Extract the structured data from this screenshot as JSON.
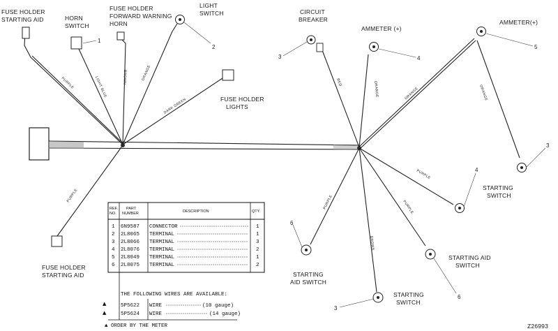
{
  "labels": {
    "fuse_holder_starting_aid_top": [
      "FUSE HOLDER",
      "STARTING AID"
    ],
    "horn_switch": [
      "HORN",
      "SWITCH"
    ],
    "fuse_holder_forward_warning_horn": [
      "FUSE HOLDER",
      "FORWARD WARNING",
      "HORN"
    ],
    "light_switch": [
      "LIGHT",
      "SWITCH"
    ],
    "fuse_holder_lights": [
      "FUSE HOLDER",
      "LIGHTS"
    ],
    "circuit_breaker": [
      "CIRCUIT",
      "BREAKER"
    ],
    "ammeter_1": "AMMETER (+)",
    "ammeter_2": "AMMETER(+)",
    "starting_switch_right": [
      "STARTING",
      "SWITCH"
    ],
    "starting_aid_switch_right": [
      "STARTING AID",
      "SWITCH"
    ],
    "starting_switch_bottom": [
      "STARTING",
      "SWITCH"
    ],
    "starting_aid_switch_bottom": [
      "STARTING",
      "AID SWITCH"
    ],
    "fuse_holder_starting_aid_bottom": [
      "FUSE HOLDER",
      "STARTING AID"
    ]
  },
  "callouts": {
    "horn_switch": "1",
    "light_switch": "2",
    "circuit_breaker": "3",
    "ammeter_1": "4",
    "ammeter_2": "5",
    "right_lower_terminal": "3",
    "starting_switch_right": "4",
    "starting_aid_switch_right": "6",
    "starting_switch_bottom": "3",
    "starting_aid_switch_bottom": "6"
  },
  "wire_labels": {
    "purple_left": "PURPLE",
    "light_blue": "LIGHT BLUE",
    "brown": "BROWN",
    "orange_left": "ORANGE",
    "dark_green": "DARK GREEN",
    "purple_lower_left": "PURPLE",
    "red": "RED",
    "orange_mid": "ORANGE",
    "orange_right": "ORANGE",
    "orange_far_right": "ORANGE",
    "purple_right": "PURPLE",
    "purple_down_left": "PURPLE",
    "purple_down_right": "PURPLE",
    "brown_down": "BROWN"
  },
  "parts_table": {
    "headers": [
      "REF. NO.",
      "PART NUMBER",
      "DESCRIPTION",
      "QTY."
    ],
    "header_lines": {
      "ref": [
        "REF.",
        "NO."
      ],
      "part": [
        "PART",
        "NUMBER"
      ],
      "desc": "DESCRIPTION",
      "qty": "QTY."
    },
    "rows": [
      {
        "ref": "1",
        "part": "6N9587",
        "desc": "CONNECTOR",
        "qty": "1"
      },
      {
        "ref": "2",
        "part": "2L8065",
        "desc": "TERMINAL",
        "qty": "1"
      },
      {
        "ref": "3",
        "part": "2L8066",
        "desc": "TERMINAL",
        "qty": "3"
      },
      {
        "ref": "4",
        "part": "2L8076",
        "desc": "TERMINAL",
        "qty": "2"
      },
      {
        "ref": "5",
        "part": "2L8049",
        "desc": "TERMINAL",
        "qty": "1"
      },
      {
        "ref": "6",
        "part": "2L8075",
        "desc": "TERMINAL",
        "qty": "2"
      }
    ],
    "wires_note": "THE FOLLOWING WIRES ARE AVAILABLE:",
    "wire_rows": [
      {
        "mark": "▲",
        "part": "5P5622",
        "desc": "WIRE",
        "gauge": "(10 gauge)"
      },
      {
        "mark": "▲",
        "part": "5P5624",
        "desc": "WIRE",
        "gauge": "(14 gauge)"
      }
    ],
    "footnote": "▲ ORDER BY THE METER"
  },
  "drawing_number": "Z26993"
}
